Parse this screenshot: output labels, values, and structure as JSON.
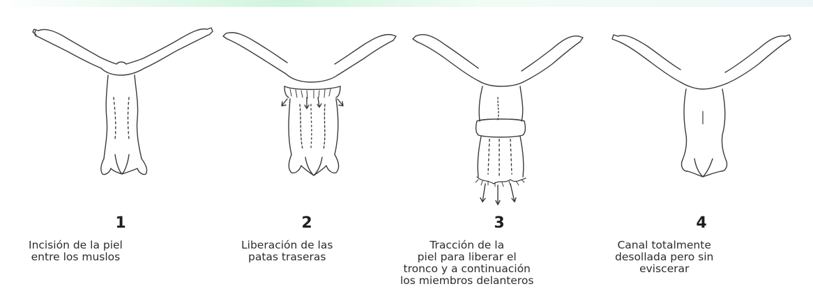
{
  "colors": {
    "line": "#3a3a3a",
    "paper": "#ffffff",
    "text": "#2c2c2c"
  },
  "steps": [
    {
      "number": "1",
      "caption_lines": [
        "Incisión de la piel",
        "entre los muslos"
      ]
    },
    {
      "number": "2",
      "caption_lines": [
        "Liberación de las",
        "patas traseras"
      ]
    },
    {
      "number": "3",
      "caption_lines": [
        "Tracción de la",
        "piel para liberar el",
        "tronco y a continuación",
        "los miembros delanteros"
      ]
    },
    {
      "number": "4",
      "caption_lines": [
        "Canal totalmente",
        "desollada pero sin",
        "eviscerar"
      ]
    }
  ]
}
